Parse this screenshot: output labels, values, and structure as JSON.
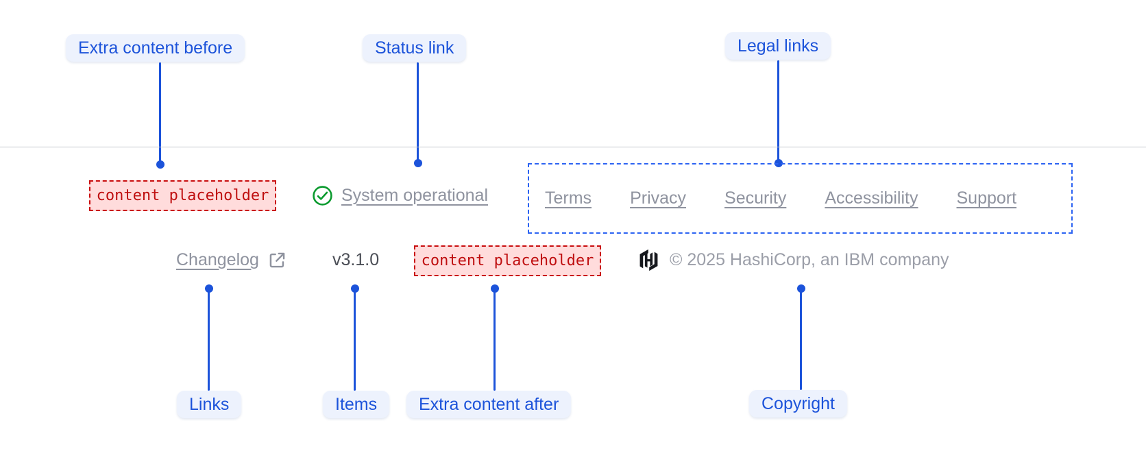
{
  "annotations": {
    "top": [
      {
        "label": "Extra content before"
      },
      {
        "label": "Status link"
      },
      {
        "label": "Legal links"
      }
    ],
    "bottom": [
      {
        "label": "Links"
      },
      {
        "label": "Items"
      },
      {
        "label": "Extra content after"
      },
      {
        "label": "Copyright"
      }
    ]
  },
  "footer": {
    "extra_content_before": {
      "placeholder": "content placeholder"
    },
    "status": {
      "label": "System operational",
      "icon": "check-circle-icon"
    },
    "legal_links": [
      "Terms",
      "Privacy",
      "Security",
      "Accessibility",
      "Support"
    ],
    "links": [
      {
        "label": "Changelog",
        "icon": "external-link-icon"
      }
    ],
    "items": {
      "version": "v3.1.0"
    },
    "extra_content_after": {
      "placeholder": "content placeholder"
    },
    "copyright": {
      "logo": "hashicorp-logo",
      "text": "© 2025 HashiCorp, an IBM company"
    }
  },
  "colors": {
    "annotation_blue": "#1c53da",
    "annotation_pill_bg": "#edf2fd",
    "legal_region_dash": "#2c63f2",
    "placeholder_border": "#c90d0e",
    "placeholder_bg": "#ffdcdc",
    "placeholder_text": "#bf0f10",
    "link_gray": "#8f939f",
    "version_gray": "#4b4e56",
    "copyright_gray": "#9b9ea8",
    "status_green": "#0a9a2e"
  }
}
